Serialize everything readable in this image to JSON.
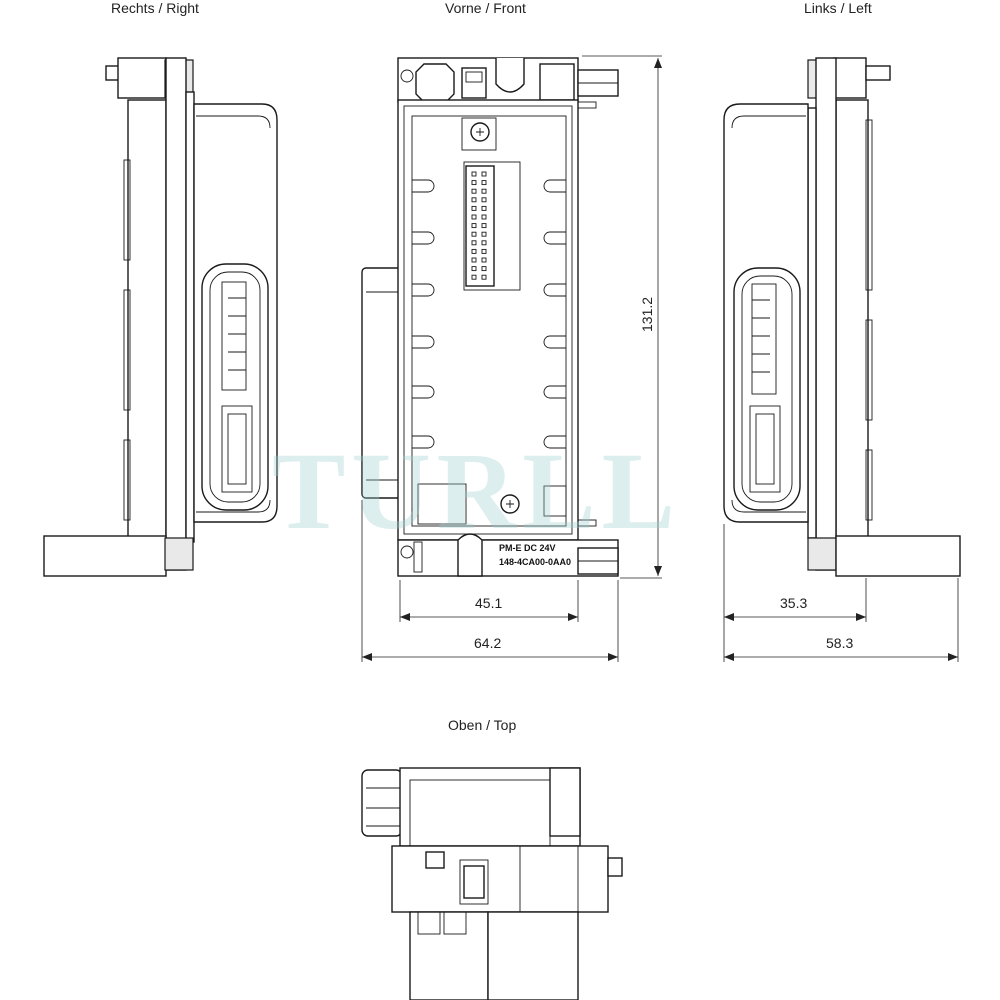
{
  "views": {
    "right": "Rechts / Right",
    "front": "Vorne / Front",
    "left": "Links / Left",
    "top": "Oben / Top"
  },
  "dimensions": {
    "height": "131.2",
    "front_inner_width": "45.1",
    "front_total_width": "64.2",
    "left_inner_width": "35.3",
    "left_total_width": "58.3"
  },
  "label": {
    "line1": "PM-E DC 24V",
    "line2": "148-4CA00-0AA0"
  },
  "watermark": "TURLL"
}
